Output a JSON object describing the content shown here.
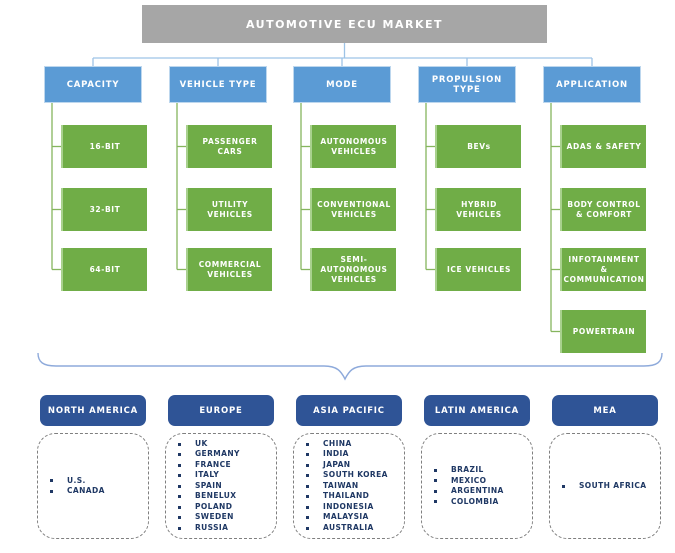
{
  "title": "AUTOMOTIVE ECU MARKET",
  "colors": {
    "title_bg": "#a6a6a6",
    "segment_header_bg": "#5b9bd5",
    "segment_item_bg": "#70ad47",
    "region_header_bg": "#2f5496",
    "connector_blue": "#9dc3e6",
    "connector_green": "#86b55e",
    "brace_blue": "#8eaadb",
    "country_text": "#1f3864"
  },
  "segments": [
    {
      "label": "CAPACITY",
      "items": [
        "16-BIT",
        "32-BIT",
        "64-BIT"
      ]
    },
    {
      "label": "VEHICLE TYPE",
      "items": [
        "PASSENGER CARS",
        "UTILITY VEHICLES",
        "COMMERCIAL VEHICLES"
      ]
    },
    {
      "label": "MODE",
      "items": [
        "AUTONOMOUS VEHICLES",
        "CONVENTIONAL VEHICLES",
        "SEMI-AUTONOMOUS VEHICLES"
      ]
    },
    {
      "label": "PROPULSION TYPE",
      "items": [
        "BEVs",
        "HYBRID VEHICLES",
        "ICE VEHICLES"
      ]
    },
    {
      "label": "APPLICATION",
      "items": [
        "ADAS & SAFETY",
        "BODY CONTROL & COMFORT",
        "INFOTAINMENT & COMMUNICATION",
        "POWERTRAIN"
      ]
    }
  ],
  "regions": [
    {
      "label": "NORTH AMERICA",
      "countries": [
        "U.S.",
        "CANADA"
      ]
    },
    {
      "label": "EUROPE",
      "countries": [
        "UK",
        "GERMANY",
        "FRANCE",
        "ITALY",
        "SPAIN",
        "BENELUX",
        "POLAND",
        "SWEDEN",
        "RUSSIA"
      ]
    },
    {
      "label": "ASIA PACIFIC",
      "countries": [
        "CHINA",
        "INDIA",
        "JAPAN",
        "SOUTH KOREA",
        "TAIWAN",
        "THAILAND",
        "INDONESIA",
        "MALAYSIA",
        "AUSTRALIA"
      ]
    },
    {
      "label": "LATIN AMERICA",
      "countries": [
        "BRAZIL",
        "MEXICO",
        "ARGENTINA",
        "COLOMBIA"
      ]
    },
    {
      "label": "MEA",
      "countries": [
        "SOUTH AFRICA"
      ]
    }
  ]
}
